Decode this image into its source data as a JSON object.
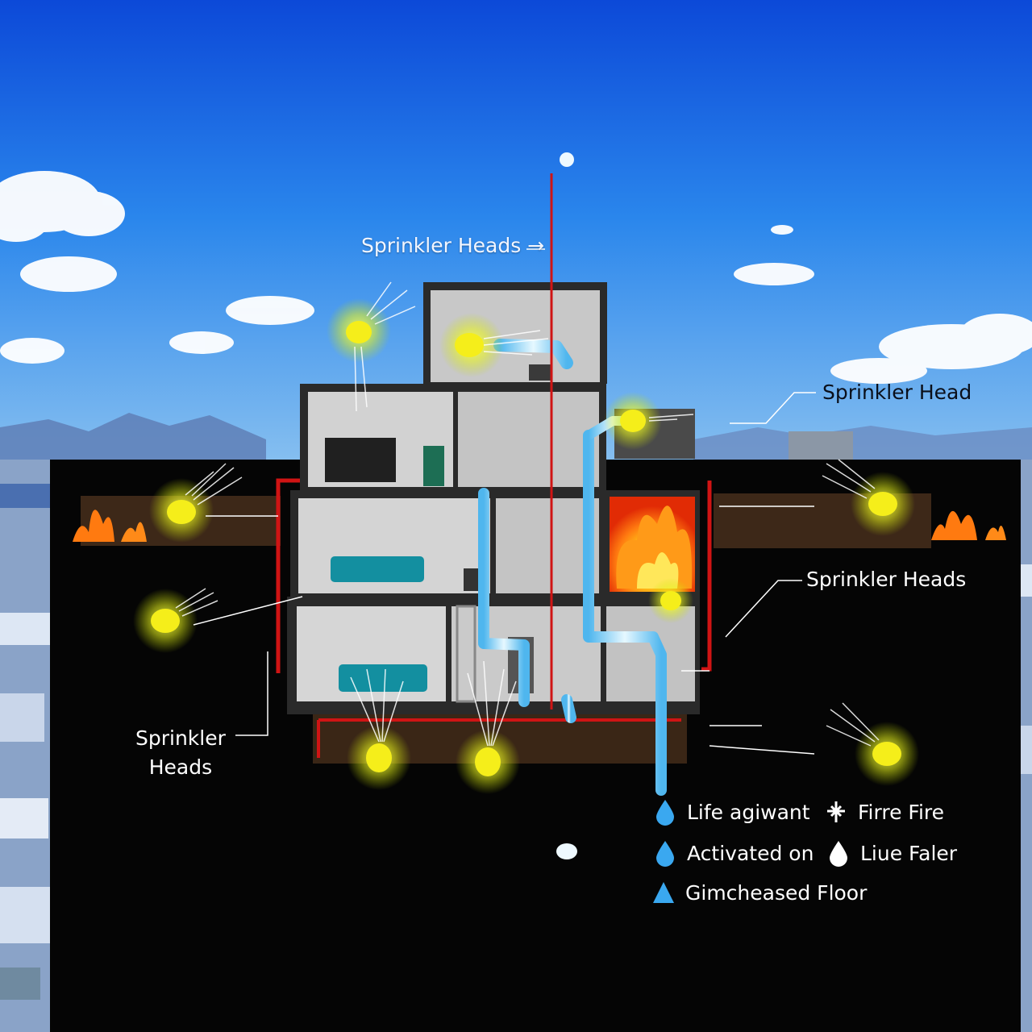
{
  "labels": {
    "top": "Sprinkler Heads →",
    "right_top": "Sprinkler Head",
    "right_mid": "Sprinkler Heads",
    "left_line1": "Sprinkler",
    "left_line2": "Heads"
  },
  "legend": [
    {
      "icon": "water-drop-icon",
      "text": "Life agiwant"
    },
    {
      "icon": "sprinkler-cross-icon",
      "text": "Firre Fire"
    },
    {
      "icon": "water-drop-icon",
      "text": "Activated on"
    },
    {
      "icon": "white-drop-icon",
      "text": "Liue Faler"
    },
    {
      "icon": "water-triangle-icon",
      "text": "Gimcheased Floor"
    }
  ],
  "colors": {
    "sky": "#1f6fe0",
    "ground": "#050505",
    "pipe": "#9fdcff",
    "sprinkler": "#f5ee1a",
    "fire": "#ff7a10",
    "wall_accent": "#d01414"
  }
}
